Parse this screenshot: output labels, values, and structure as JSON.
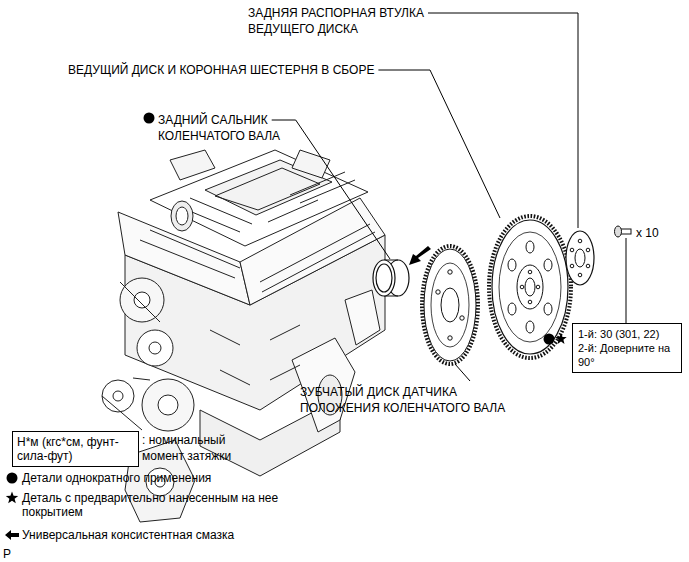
{
  "diagram": {
    "nodes": [
      {
        "text": [
          "1-й: 30 (301, 22)",
          "2-й: Доверните на 90°"
        ]
      },
      {
        "text": [
          "Н*м (кгс*см, фунт- сила-фут)"
        ]
      }
    ],
    "labels": [
      "ЗАДНЯЯ РАСПОРНАЯ ВТУЛКА ВЕДУЩЕГО ДИСКА",
      "ВЕДУЩИЙ ДИСК И КОРОННАЯ ШЕСТЕРНЯ В СБОРЕ",
      "ЗАДНИЙ САЛЬНИК КОЛЕНЧАТОГО ВАЛА",
      "x 10",
      "ЗУБЧАТЫЙ ДИСК ДАТЧИКА ПОЛОЖЕНИЯ КОЛЕНЧАТОГО ВАЛА",
      ": номинальный момент затяжки",
      "P"
    ],
    "legend": [
      {
        "text": "Детали однократного применения"
      },
      {
        "text": "Деталь с предварительно нанесенным на нее покрытием"
      },
      {
        "text": "Универсальная консистентная смазка"
      }
    ]
  }
}
